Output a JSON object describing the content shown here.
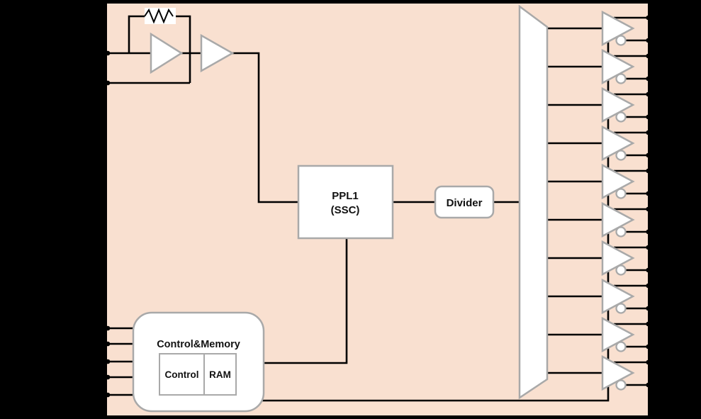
{
  "diagram": {
    "kind": "clock-generator-block-diagram",
    "colors": {
      "background": "#000000",
      "chip_fill": "#F9E0D0",
      "wire": "#000000",
      "box_border": "#A9A9A9",
      "box_fill": "#FFFFFF"
    },
    "blocks": {
      "pll": {
        "line1": "PPL1",
        "line2": "(SSC)"
      },
      "divider": {
        "label": "Divider"
      },
      "control_memory": {
        "title": "Control&Memory",
        "control_label": "Control",
        "ram_label": "RAM"
      },
      "oscillator": {
        "parts": [
          "feedback-resistor",
          "amplifier",
          "buffer"
        ]
      },
      "multiplexer": {
        "shape": "trapezoid"
      }
    },
    "output_buffers": {
      "count": 10,
      "outputs_per_buffer": 2,
      "style": "triangle-with-inversion-bubble"
    },
    "pins": {
      "left_top_count": 2,
      "left_bottom_count": 5,
      "right_count": 20
    }
  }
}
